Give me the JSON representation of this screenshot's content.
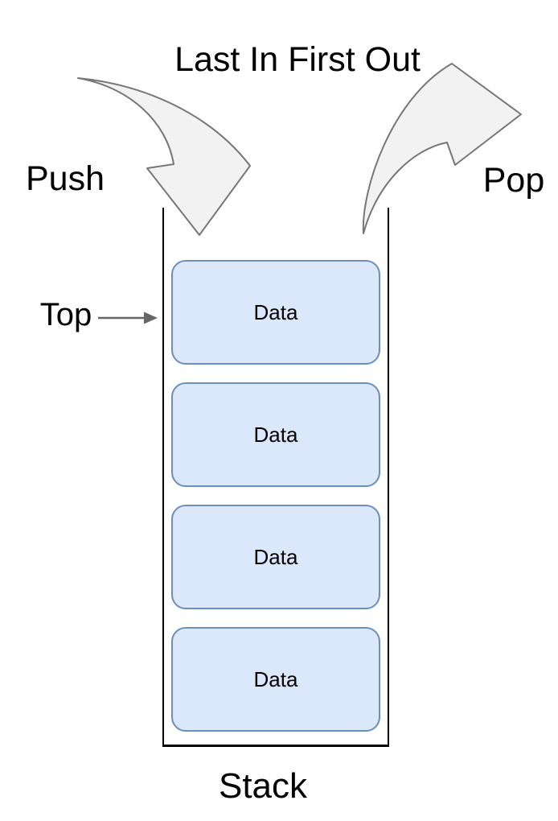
{
  "diagram": {
    "title": "Last In First Out",
    "push_label": "Push",
    "pop_label": "Pop",
    "top_label": "Top",
    "stack_label": "Stack",
    "items": [
      {
        "label": "Data"
      },
      {
        "label": "Data"
      },
      {
        "label": "Data"
      },
      {
        "label": "Data"
      }
    ]
  },
  "icons": {
    "push_arrow": "curved-arrow-down",
    "pop_arrow": "curved-arrow-up-right",
    "top_pointer": "right-arrow"
  },
  "colors": {
    "arrow_fill": "#f2f2f2",
    "arrow_stroke": "#777777",
    "box_fill": "#dbe8fb",
    "box_stroke": "#6c8ebf",
    "container_stroke": "#000000",
    "pointer_stroke": "#666666",
    "text": "#000000",
    "bg": "#ffffff"
  }
}
